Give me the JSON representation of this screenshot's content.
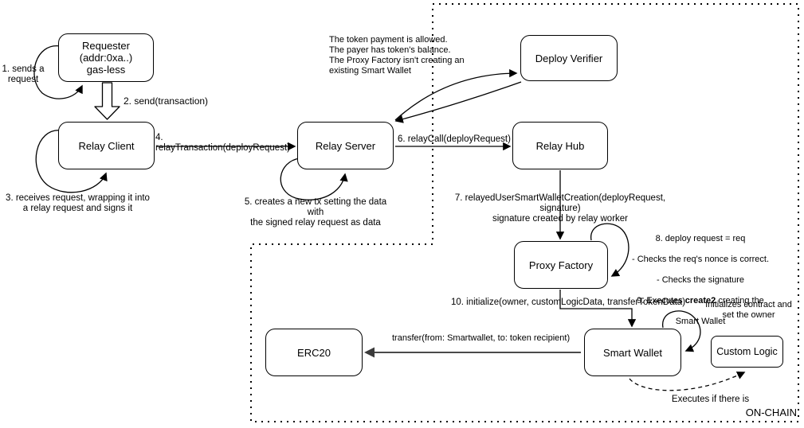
{
  "nodes": {
    "requester": "Requester\n(addr:0xa..)\ngas-less",
    "relay_client": "Relay Client",
    "relay_server": "Relay Server",
    "deploy_verifier": "Deploy Verifier",
    "relay_hub": "Relay Hub",
    "proxy_factory": "Proxy Factory",
    "smart_wallet": "Smart Wallet",
    "erc20": "ERC20",
    "custom_logic": "Custom Logic"
  },
  "labels": {
    "step1": "1. sends a\nrequest",
    "step2": "2. send(transaction)",
    "step3": "3. receives request, wrapping it into\na relay request and signs it",
    "step4": "4. relayTransaction(deployRequest)",
    "step5": "5. creates a new tx setting the data with\nthe signed relay request as data",
    "step6": "6. relayCall(deployRequest)",
    "step7": "7. relayedUserSmartWalletCreation(deployRequest, signature)\nsignature created by relay worker",
    "step8_line1": "8. deploy request = req",
    "step8_line2": "- Checks the req's nonce is correct.",
    "step8_line3": "- Checks the signature",
    "step9_pre": "9. Executes ",
    "step9_bold": "create2",
    "step9_post": " creating the",
    "step9_line2": "Smart Wallet",
    "step10": "10. initialize(owner, customLogicData, transferTokenData)",
    "verifier_note": "The token payment is allowed.\nThe payer has token's balance.\nThe Proxy Factory isn't creating an\nexisting Smart Wallet",
    "init_note": "Initializes contract and\nset the owner",
    "transfer": "transfer(from: Smartwallet, to: token recipient)",
    "executes_note": "Executes if there is",
    "onchain": "ON-CHAIN"
  },
  "colors": {
    "line": "#000000",
    "transfer_line": "#4a4a4a",
    "background": "#ffffff"
  }
}
